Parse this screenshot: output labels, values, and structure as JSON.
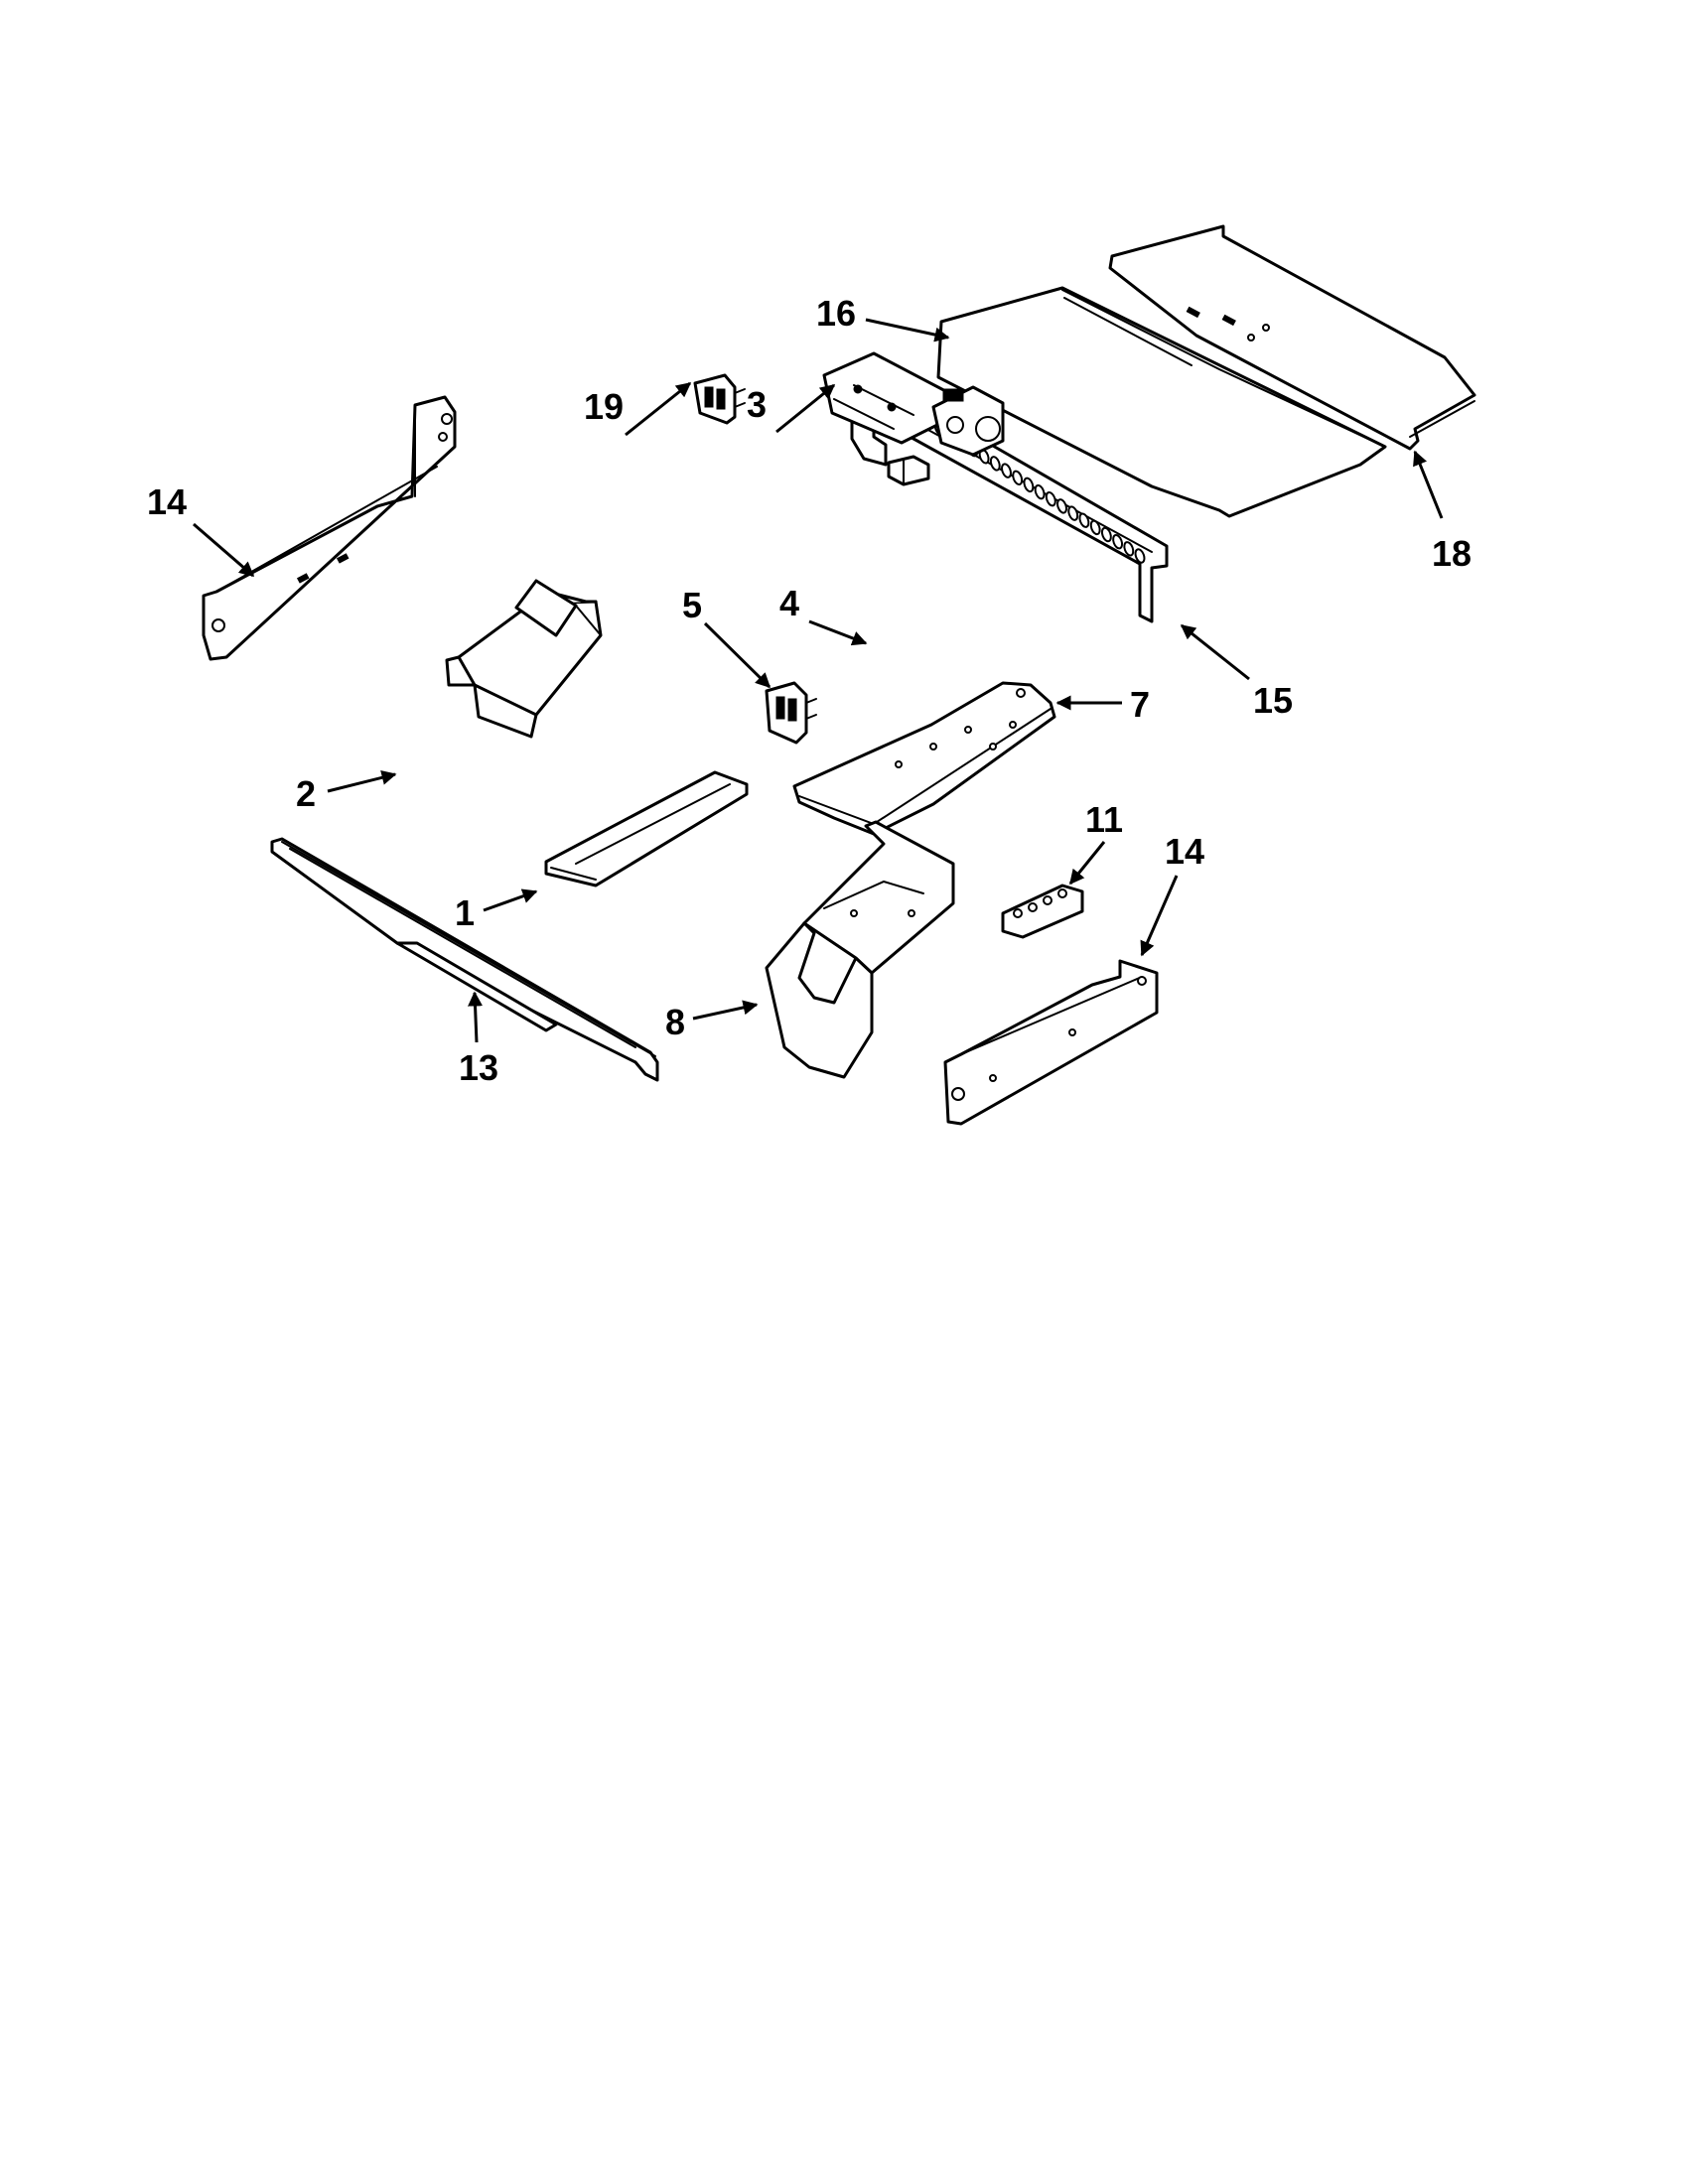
{
  "diagram": {
    "callouts": [
      {
        "id": "c1",
        "label": "1"
      },
      {
        "id": "c2",
        "label": "2"
      },
      {
        "id": "c3",
        "label": "3"
      },
      {
        "id": "c4",
        "label": "4"
      },
      {
        "id": "c5",
        "label": "5"
      },
      {
        "id": "c7",
        "label": "7"
      },
      {
        "id": "c8",
        "label": "8"
      },
      {
        "id": "c11",
        "label": "11"
      },
      {
        "id": "c13",
        "label": "13"
      },
      {
        "id": "c14a",
        "label": "14"
      },
      {
        "id": "c14b",
        "label": "14"
      },
      {
        "id": "c15",
        "label": "15"
      },
      {
        "id": "c16",
        "label": "16"
      },
      {
        "id": "c18",
        "label": "18"
      },
      {
        "id": "c19",
        "label": "19"
      }
    ]
  }
}
